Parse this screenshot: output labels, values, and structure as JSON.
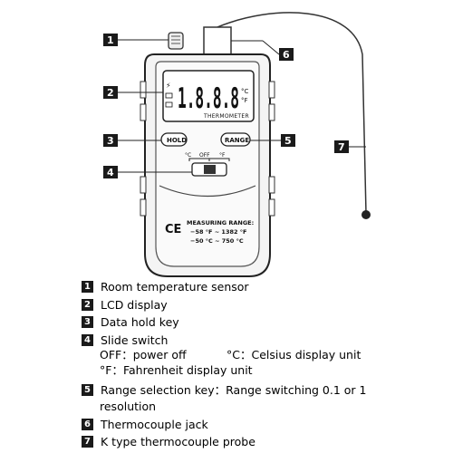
{
  "device": {
    "lcd_digits": "1.8.8.8",
    "lcd_unit_c": "°C",
    "lcd_unit_f": "°F",
    "brand_label": "THERMOMETER",
    "hold_label": "HOLD",
    "range_label": "RANGE",
    "switch_c": "°C",
    "switch_off": "OFF",
    "switch_f": "°F",
    "ce_mark": "CE",
    "measuring_title": "MEASURING RANGE:",
    "range_f": "−58 °F ~ 1382 °F",
    "range_c": "−50 °C ~ 750 °C"
  },
  "callouts": [
    "1",
    "2",
    "3",
    "4",
    "5",
    "6",
    "7"
  ],
  "legend": {
    "item1": {
      "num": "1",
      "text": "Room temperature sensor"
    },
    "item2": {
      "num": "2",
      "text": "LCD display"
    },
    "item3": {
      "num": "3",
      "text": "Data hold key"
    },
    "item4": {
      "num": "4",
      "text": "Slide switch"
    },
    "item4_off": "OFF：power off",
    "item4_c": "°C：Celsius display unit",
    "item4_f": "°F：Fahrenheit display unit",
    "item5": {
      "num": "5",
      "text": "Range selection key：Range switching 0.1 or 1"
    },
    "item5_cont": "resolution",
    "item6": {
      "num": "6",
      "text": "Thermocouple jack"
    },
    "item7": {
      "num": "7",
      "text": "K type thermocouple probe"
    }
  }
}
